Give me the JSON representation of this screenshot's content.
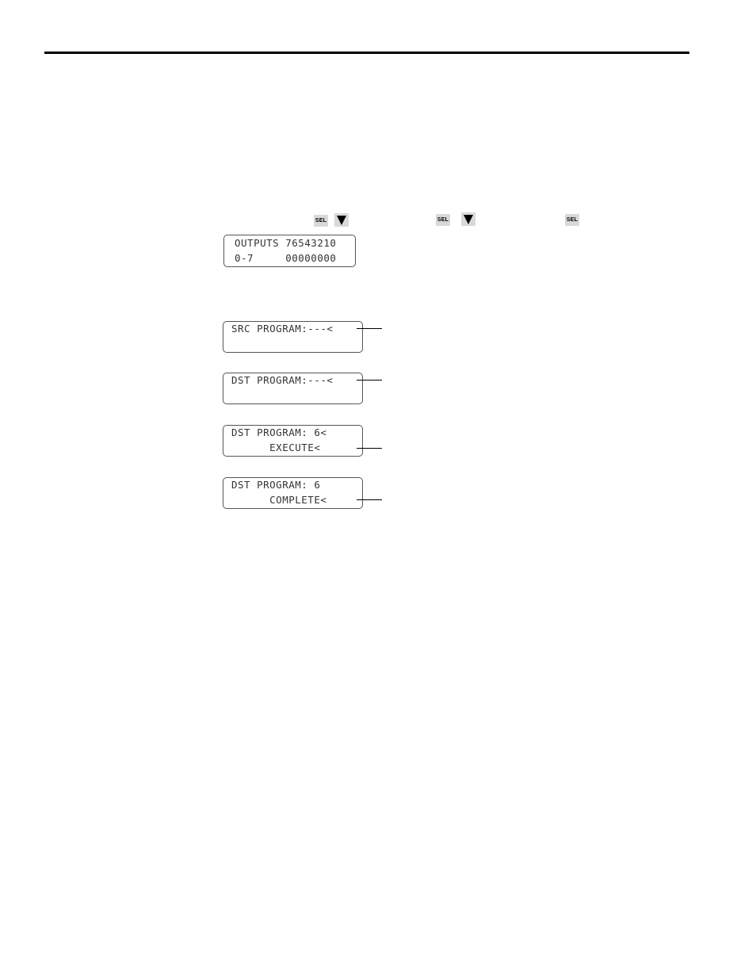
{
  "keys": {
    "sel_label": "SEL"
  },
  "displays": {
    "outputs": {
      "line1": "OUTPUTS 76543210",
      "line2": "0-7     00000000"
    },
    "src_program": {
      "line1": "SRC PROGRAM:---<",
      "line2": ""
    },
    "dst_program": {
      "line1": "DST PROGRAM:---<",
      "line2": ""
    },
    "dst_execute": {
      "line1": "DST PROGRAM: 6<",
      "line2": "      EXECUTE<"
    },
    "dst_complete": {
      "line1": "DST PROGRAM: 6",
      "line2": "      COMPLETE<"
    }
  }
}
